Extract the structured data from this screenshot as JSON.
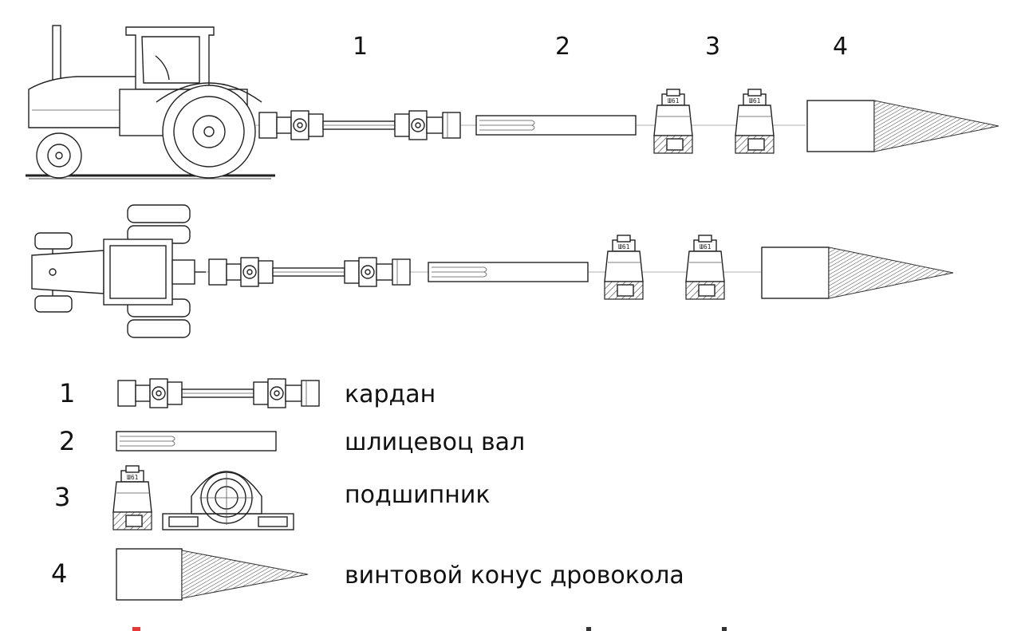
{
  "top_numbers": [
    "1",
    "2",
    "3",
    "4"
  ],
  "legend": [
    {
      "number": "1",
      "label": "кардан",
      "icon": "cardan-shaft-icon"
    },
    {
      "number": "2",
      "label": "шлицевоц вал",
      "icon": "splined-shaft-icon"
    },
    {
      "number": "3",
      "label": "подшипник",
      "icon": "pillow-block-bearing-icon"
    },
    {
      "number": "4",
      "label": "винтовой конус дровокола",
      "icon": "screw-cone-icon"
    }
  ],
  "colors": {
    "line": "#222222",
    "background": "#ffffff",
    "accent": "#e53935"
  }
}
